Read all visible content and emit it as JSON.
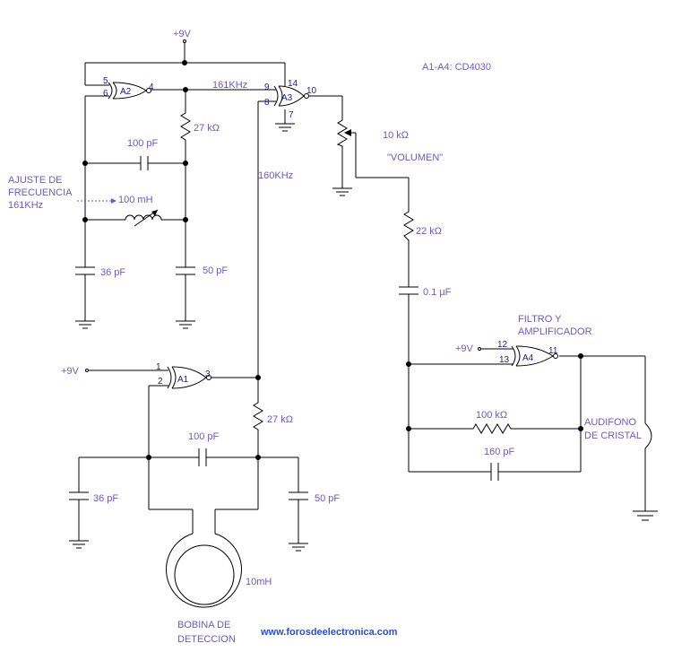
{
  "labels": {
    "supply_top": "+9V",
    "ic_note": "A1-A4: CD4030",
    "freq_161": "161KHz",
    "r_27k_top": "27 kΩ",
    "c_100p_top": "100 pF",
    "adjust_l1": "AJUSTE DE",
    "adjust_l2": "FRECUENCIA",
    "adjust_l3": "161KHz",
    "l_100m": "100 mH",
    "c_36p_top": "36 pF",
    "c_50p_top": "50 pF",
    "freq_160": "160KHz",
    "pot_10k": "10 kΩ",
    "volumen": "\"VOLUMEN\"",
    "r_22k": "22 kΩ",
    "c_01u": "0.1 µF",
    "filtro_l1": "FILTRO Y",
    "filtro_l2": "AMPLIFICADOR",
    "supply_a4": "+9V",
    "supply_a1": "+9V",
    "r_27k_bot": "27 kΩ",
    "c_100p_bot": "100 pF",
    "r_100k": "100 kΩ",
    "audifono_l1": "AUDIFONO",
    "audifono_l2": "DE CRISTAL",
    "c_160p": "160 pF",
    "c_36p_bot": "36 pF",
    "c_50p_bot": "50 pF",
    "l_10m": "10mH",
    "bobina_l1": "BOBINA DE",
    "bobina_l2": "DETECCION",
    "website": "www.forosdeelectronica.com"
  },
  "gates": {
    "a1": "A1",
    "a2": "A2",
    "a3": "A3",
    "a4": "A4"
  },
  "pins": {
    "a2_in1": "5",
    "a2_in2": "6",
    "a2_out": "4",
    "a3_in1": "9",
    "a3_in2": "8",
    "a3_vdd": "14",
    "a3_gnd": "7",
    "a3_out": "10",
    "a1_in1": "1",
    "a1_in2": "2",
    "a1_out": "3",
    "a4_in1": "12",
    "a4_in2": "13",
    "a4_out": "11"
  },
  "colors": {
    "label": "#6a5acd",
    "pin": "#1a1aa0",
    "link": "#2a4fd6",
    "wire": "#000000"
  }
}
